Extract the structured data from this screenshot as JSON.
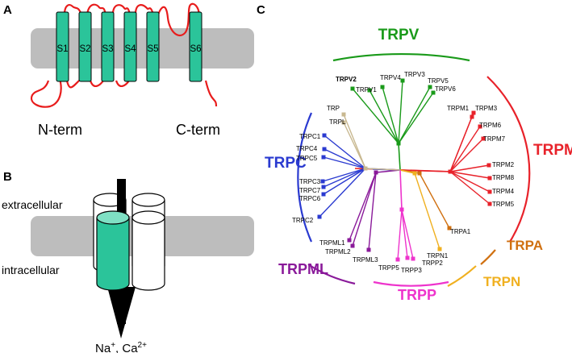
{
  "panels": {
    "a": {
      "letter": "A",
      "segments": [
        "S1",
        "S2",
        "S3",
        "S4",
        "S5",
        "S6"
      ],
      "n_term": "N-term",
      "c_term": "C-term"
    },
    "b": {
      "letter": "B",
      "extracellular": "extracellular",
      "intracellular": "intracellular",
      "ions_prefix": "Na",
      "ions_mid": ", Ca",
      "ions_sup1": "+",
      "ions_sup2": "2+"
    },
    "c": {
      "letter": "C"
    }
  },
  "families": [
    {
      "name": "TRPV",
      "color": "#1a9a1a",
      "leaves": [
        "TRPV2",
        "TRPV4",
        "TRPV3",
        "TRPV1",
        "TRPV5",
        "TRPV6"
      ]
    },
    {
      "name": "TRPM",
      "color": "#e8222a",
      "leaves": [
        "TRPM1",
        "TRPM3",
        "TRPM6",
        "TRPM7",
        "TRPM2",
        "TRPM8",
        "TRPM4",
        "TRPM5"
      ]
    },
    {
      "name": "TRPA",
      "color": "#d07010",
      "leaves": [
        "TRPA1"
      ]
    },
    {
      "name": "TRPN",
      "color": "#f0b020",
      "leaves": [
        "TRPN1"
      ]
    },
    {
      "name": "TRPP",
      "color": "#ee33cc",
      "leaves": [
        "TRPP5",
        "TRPP3",
        "TRPP2"
      ]
    },
    {
      "name": "TRPML",
      "color": "#8a1a9a",
      "leaves": [
        "TRPML1",
        "TRPML2",
        "TRPML3"
      ]
    },
    {
      "name": "TRPC",
      "color": "#2a3ad0",
      "leaves": [
        "TRPC1",
        "TRPC4",
        "TRPC5",
        "TRPC3",
        "TRPC7",
        "TRPC6",
        "TRPC2"
      ]
    },
    {
      "name": "TRP",
      "color": "#c8b890",
      "leaves": [
        "TRP",
        "TRPL"
      ]
    }
  ],
  "colors": {
    "membrane": "#bdbdbd",
    "helix": "#2bc49a",
    "loop": "#e81c1c"
  }
}
